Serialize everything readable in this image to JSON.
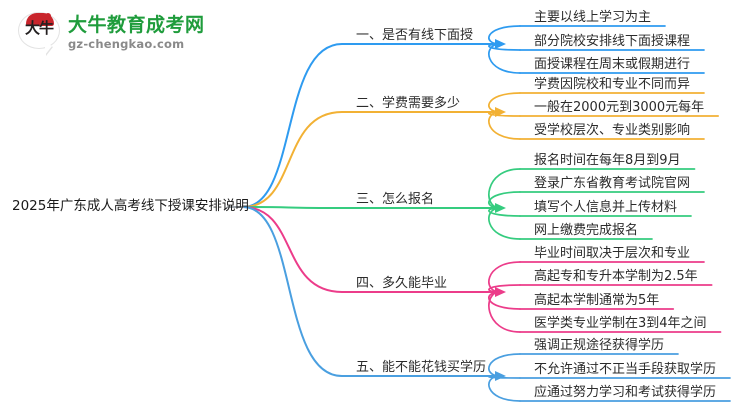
{
  "logo": {
    "mark_glyph": "大牛",
    "title": "大牛教育成考网",
    "domain": "gz-chengkao.com",
    "brand_green": "#1f9c3c",
    "brand_red": "#c9252c",
    "domain_gray": "#8a8a8a"
  },
  "mindmap": {
    "root": {
      "label": "2025年广东成人高考线下授课安排说明"
    },
    "branches": [
      {
        "label": "一、是否有线下面授",
        "color": "#2e9bf0",
        "children": [
          "主要以线上学习为主",
          "部分院校安排线下面授课程",
          "面授课程在周末或假期进行"
        ]
      },
      {
        "label": "二、学费需要多少",
        "color": "#f2b134",
        "children": [
          "学费因院校和专业不同而异",
          "一般在2000元到3000元每年",
          "受学校层次、专业类别影响"
        ]
      },
      {
        "label": "三、怎么报名",
        "color": "#35cc7f",
        "children": [
          "报名时间在每年8月到9月",
          "登录广东省教育考试院官网",
          "填写个人信息并上传材料",
          "网上缴费完成报名"
        ]
      },
      {
        "label": "四、多久能毕业",
        "color": "#ec3c8a",
        "children": [
          "毕业时间取决于层次和专业",
          "高起专和专升本学制为2.5年",
          "高起本学制通常为5年",
          "医学类专业学制在3到4年之间"
        ]
      },
      {
        "label": "五、能不能花钱买学历",
        "color": "#4a9fe0",
        "children": [
          "强调正规途径获得学历",
          "不允许通过不正当手段获取学历",
          "应通过努力学习和考试获得学历"
        ]
      }
    ]
  }
}
